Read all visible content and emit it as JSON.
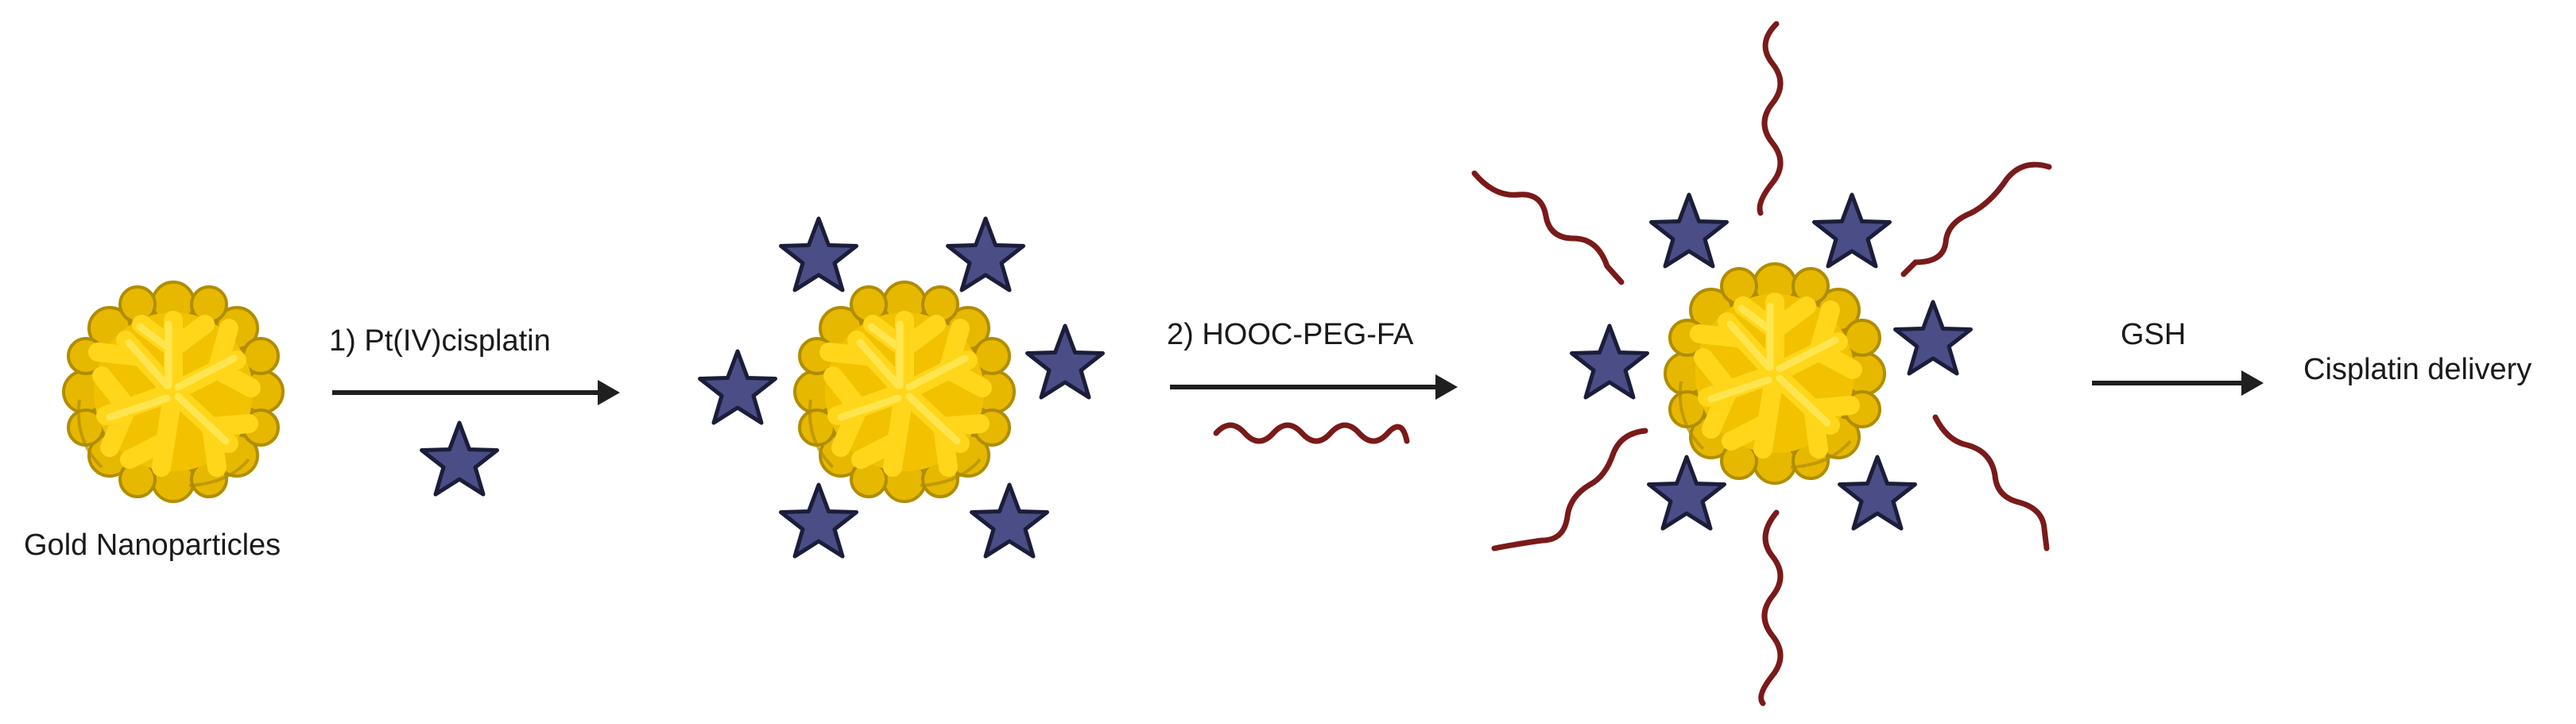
{
  "labels": {
    "gold_nanoparticles": "Gold Nanoparticles",
    "step1": "1) Pt(IV)cisplatin",
    "step2": "2) HOOC-PEG-FA",
    "gsh": "GSH",
    "result": "Cisplatin delivery"
  },
  "colors": {
    "gold_fill": "#f2c200",
    "gold_dark": "#b08d00",
    "gold_light": "#ffe43a",
    "star_fill": "#4b4d86",
    "star_stroke": "#1b1d3a",
    "peg_chain": "#7a1a1a",
    "arrow": "#1f1f1f",
    "text": "#1a1a1a"
  },
  "icons": {
    "nanoparticle": "gold-nanoparticle-icon",
    "drug": "star-icon",
    "polymer": "wavy-chain-icon",
    "arrow": "arrow-right-icon"
  }
}
